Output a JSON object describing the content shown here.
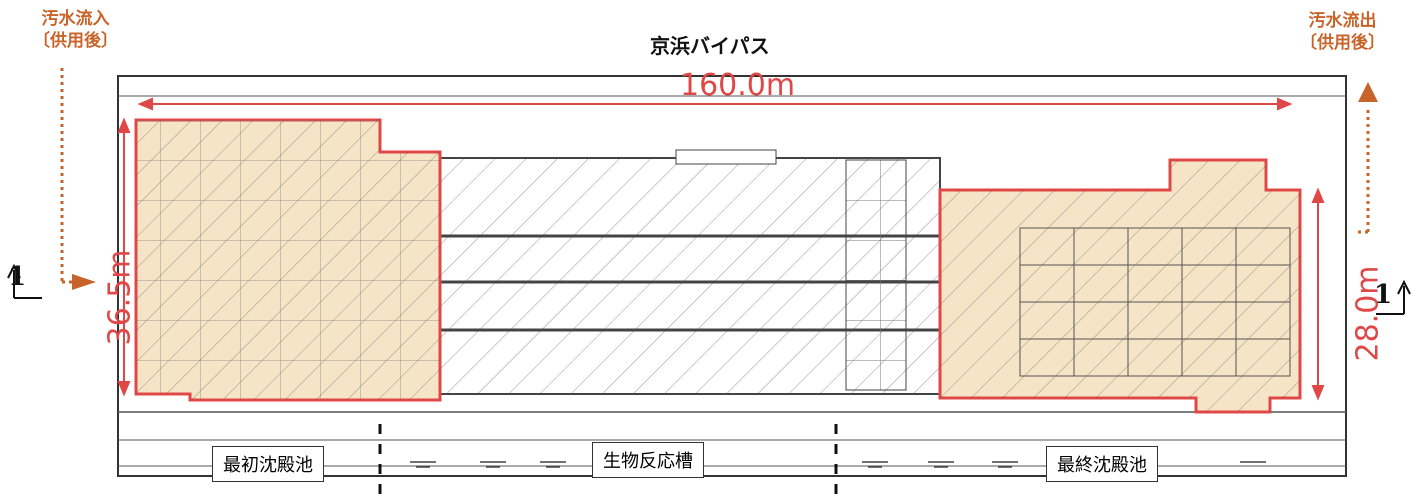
{
  "labels": {
    "inflow_line1": "汚水流入",
    "inflow_line2": "〔供用後〕",
    "outflow_line1": "汚水流出",
    "outflow_line2": "〔供用後〕",
    "road": "京浜バイパス",
    "length": "160.0m",
    "width_left": "36.5m",
    "width_right": "28.0m",
    "section_left": "1",
    "section_right": "1",
    "area_primary": "最初沈殿池",
    "area_bio": "生物反応槽",
    "area_final": "最終沈殿池"
  },
  "colors": {
    "outline": "#e04848",
    "highlight": "#f6e4c6",
    "flow": "#c8642a"
  }
}
